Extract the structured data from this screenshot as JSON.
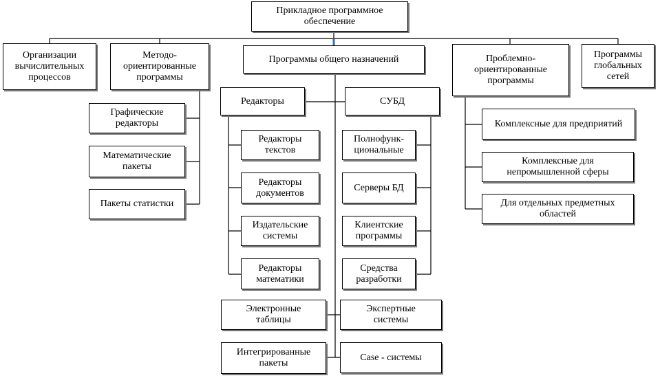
{
  "diagram": {
    "root": "Прикладное программное\nобеспечение",
    "organizations": "Организации\nвычислительных\nпроцессов",
    "method": "Методо-\nориентированные\nпрограммы",
    "general": "Программы общего назначений",
    "problem": "Проблемно-\nориентированные\nпрограммы",
    "global": "Программы\nглобальных\nсетей",
    "graphic_editors": "Графические\nредакторы",
    "math_packages": "Математические\nпакеты",
    "stat_packages": "Пакеты статистки",
    "editors": "Редакторы",
    "dbms": "СУБД",
    "text_editors": "Редакторы\nтекстов",
    "doc_editors": "Редакторы\nдокументов",
    "publishing": "Издательские\nсистемы",
    "math_editors": "Редакторы\nматематики",
    "full_function": "Полнофунк-\nциональные",
    "db_servers": "Серверы БД",
    "client_programs": "Клиентские\nпрограммы",
    "dev_tools": "Средства\nразработки",
    "spreadsheets": "Электронные\nтаблицы",
    "expert_systems": "Экспертные\nсистемы",
    "integrated_packages": "Интегрированные\nпакеты",
    "case_systems": "Case - системы",
    "enterprise": "Комплексные для предприятий",
    "nonindustrial": "Комплексные для\nнепромышленной сферы",
    "subject_areas": "Для отдельных предметных\nобластей"
  }
}
